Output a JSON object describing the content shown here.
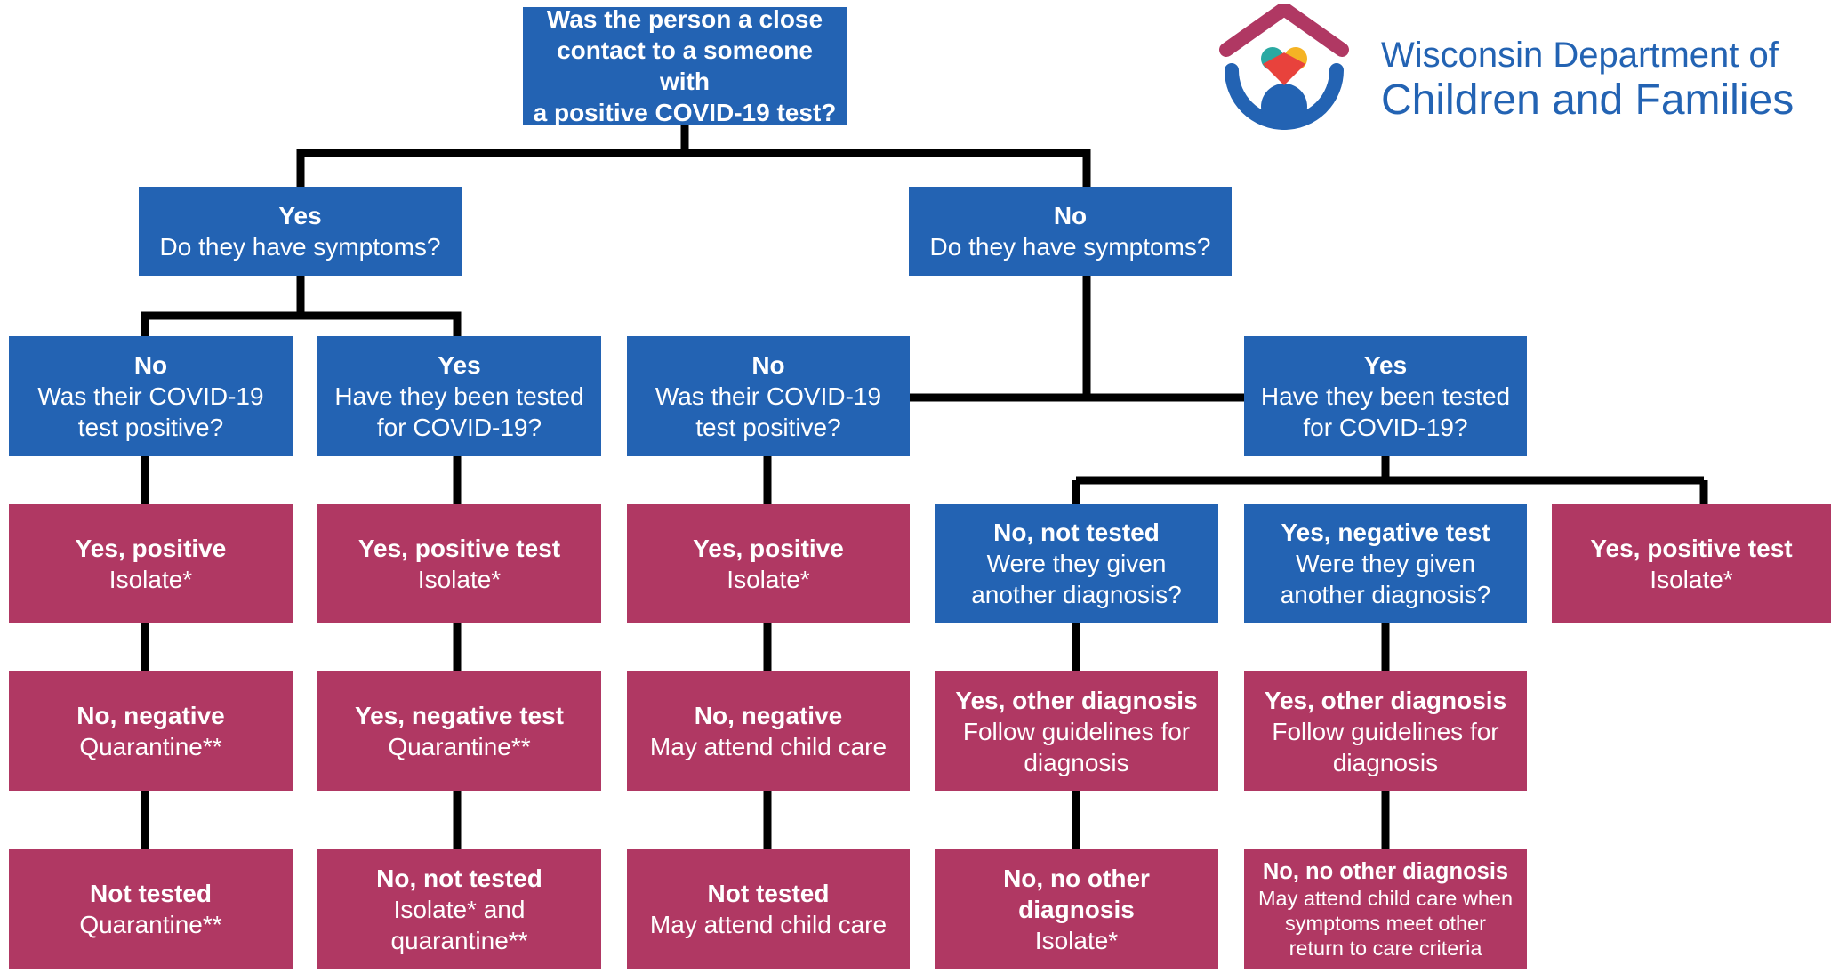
{
  "title": {
    "lines": [
      "Was the person a close",
      "contact to a someone with",
      "a positive COVID-19 test?"
    ]
  },
  "logo": {
    "line1": "Wisconsin Department of",
    "line2": "Children and Families"
  },
  "colors": {
    "question_box": "#2363b3",
    "outcome_box": "#b03863",
    "connector": "#000000",
    "logo_text": "#2363b3",
    "logo_roof": "#b03863"
  },
  "nodes": {
    "yes_symptoms": {
      "head": "Yes",
      "lines": [
        "Do they have symptoms?"
      ]
    },
    "no_symptoms": {
      "head": "No",
      "lines": [
        "Do they have symptoms?"
      ]
    },
    "c1_q": {
      "head": "No",
      "lines": [
        "Was their COVID-19",
        "test positive?"
      ]
    },
    "c2_q": {
      "head": "Yes",
      "lines": [
        "Have they been tested",
        "for COVID-19?"
      ]
    },
    "c3_q": {
      "head": "No",
      "lines": [
        "Was their COVID-19",
        "test positive?"
      ]
    },
    "c4_q": {
      "head": "Yes",
      "lines": [
        "Have they been tested",
        "for COVID-19?"
      ]
    },
    "c1_r1": {
      "head": "Yes, positive",
      "lines": [
        "Isolate*"
      ]
    },
    "c1_r2": {
      "head": "No, negative",
      "lines": [
        "Quarantine**"
      ]
    },
    "c1_r3": {
      "head": "Not tested",
      "lines": [
        "Quarantine**"
      ]
    },
    "c2_r1": {
      "head": "Yes, positive test",
      "lines": [
        "Isolate*"
      ]
    },
    "c2_r2": {
      "head": "Yes, negative test",
      "lines": [
        "Quarantine**"
      ]
    },
    "c2_r3": {
      "head": "No, not tested",
      "lines": [
        "Isolate* and",
        "quarantine**"
      ]
    },
    "c3_r1": {
      "head": "Yes, positive",
      "lines": [
        "Isolate*"
      ]
    },
    "c3_r2": {
      "head": "No, negative",
      "lines": [
        "May attend child care"
      ]
    },
    "c3_r3": {
      "head": "Not tested",
      "lines": [
        "May attend child care"
      ]
    },
    "c4a_q": {
      "head": "No, not tested",
      "lines": [
        "Were they given",
        "another diagnosis?"
      ]
    },
    "c4a_r1": {
      "head": "Yes, other diagnosis",
      "lines": [
        "Follow guidelines for",
        "diagnosis"
      ]
    },
    "c4a_r2": {
      "head_lines": [
        "No, no other",
        "diagnosis"
      ],
      "lines": [
        "Isolate*"
      ]
    },
    "c4b_q": {
      "head": "Yes, negative test",
      "lines": [
        "Were they given",
        "another diagnosis?"
      ]
    },
    "c4b_r1": {
      "head": "Yes, other diagnosis",
      "lines": [
        "Follow guidelines for",
        "diagnosis"
      ]
    },
    "c4b_r2": {
      "head": "No, no other diagnosis",
      "lines": [
        "May attend child care when",
        "symptoms meet other",
        "return to care criteria"
      ]
    },
    "c4c_r1": {
      "head": "Yes, positive test",
      "lines": [
        "Isolate*"
      ]
    }
  }
}
